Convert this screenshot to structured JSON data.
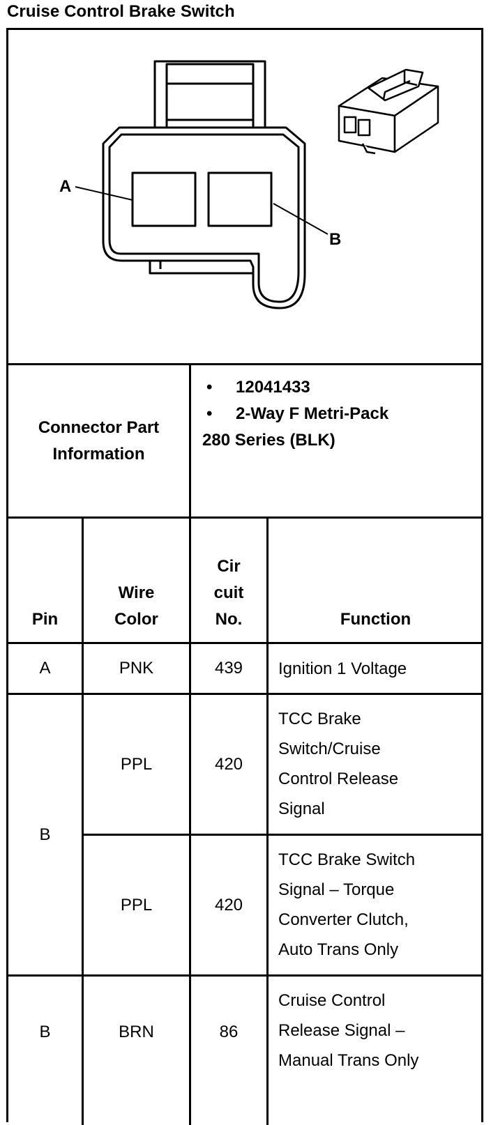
{
  "title": "Cruise Control Brake Switch",
  "connector_view": {
    "pin_labels": [
      "A",
      "B"
    ],
    "icons": [
      "connector-face-drawing",
      "connector-3d-icon"
    ]
  },
  "connector_part": {
    "label_line1": "Connector Part",
    "label_line2": "Information",
    "bullets": [
      "12041433",
      "2-Way F Metri-Pack"
    ],
    "bullet_continuation": "280 Series (BLK)"
  },
  "table": {
    "headers": {
      "pin": "Pin",
      "wire_color": [
        "Wire",
        "Color"
      ],
      "circuit": [
        "Cir",
        "cuit",
        "No."
      ],
      "function": "Function"
    },
    "rows": [
      {
        "pin": "A",
        "color": "PNK",
        "circuit": "439",
        "function": [
          "Ignition 1 Voltage"
        ]
      },
      {
        "pin": "B",
        "color": "PPL",
        "circuit": "420",
        "function": [
          "TCC Brake",
          "Switch/Cruise",
          "Control Release",
          "Signal"
        ]
      },
      {
        "pin": "",
        "color": "PPL",
        "circuit": "420",
        "function": [
          "TCC Brake Switch",
          "Signal – Torque",
          "Converter Clutch,",
          "Auto Trans Only"
        ]
      },
      {
        "pin": "B",
        "color": "BRN",
        "circuit": "86",
        "function": [
          "Cruise Control",
          "Release Signal –",
          "Manual Trans Only"
        ]
      }
    ]
  }
}
